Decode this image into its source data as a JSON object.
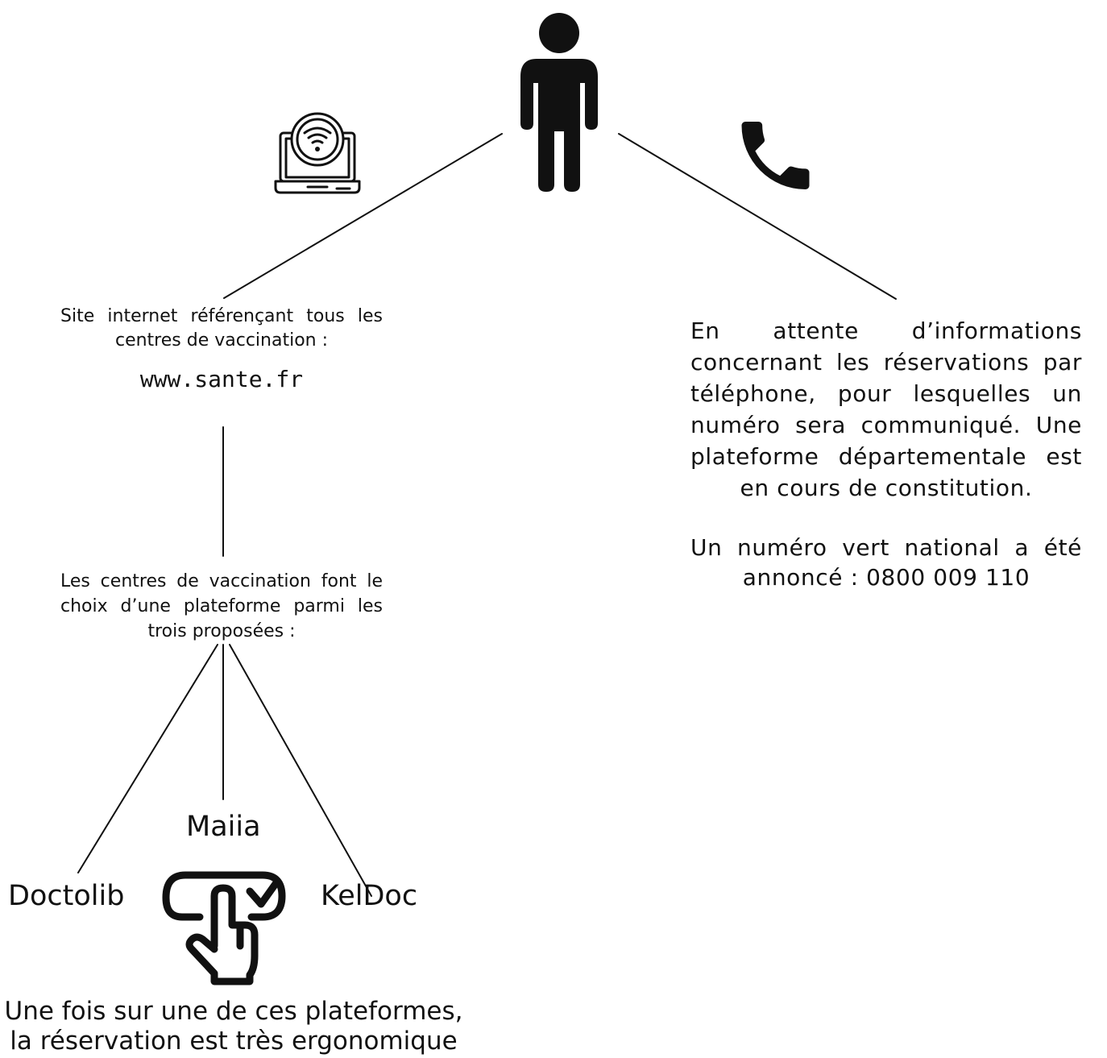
{
  "web": {
    "description": "Site internet référençant tous les centres de vaccination :",
    "url": "www.sante.fr"
  },
  "centres": {
    "description": "Les centres de vaccination font le choix d’une plateforme parmi les trois proposées :"
  },
  "platforms": {
    "doctolib": "Doctolib",
    "maiia": "Maiia",
    "keldoc": "KelDoc"
  },
  "phone": {
    "description": "En attente d’informations concernant les réservations par téléphone, pour lesquelles un numéro sera communiqué. Une plateforme départementale est en cours de constitution.",
    "numero_vert": "Un numéro vert national a été annoncé : 0800 009 110"
  },
  "footer": {
    "text": "Une fois sur une de ces plateformes, la réservation est très ergonomique"
  },
  "icons": {
    "person": "person-icon",
    "laptop": "laptop-wifi-icon",
    "phone": "phone-icon",
    "touch": "touch-check-icon"
  },
  "colors": {
    "ink": "#111111",
    "background": "#ffffff"
  }
}
